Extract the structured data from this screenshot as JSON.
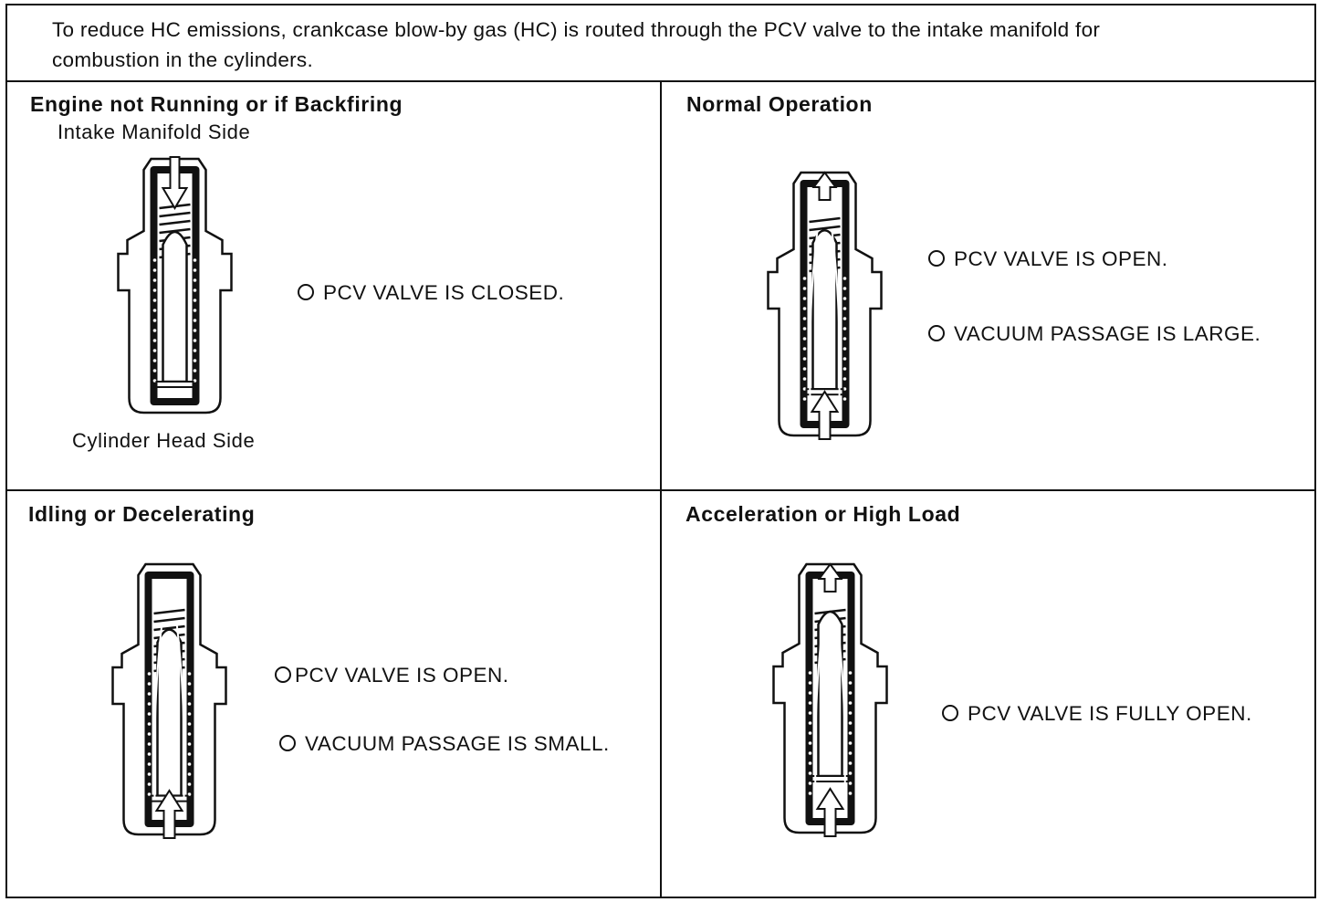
{
  "intro": {
    "line1": "To reduce HC emissions, crankcase blow-by gas (HC) is routed through the PCV valve to the intake manifold for",
    "line2": "combustion in the cylinders."
  },
  "panels": [
    {
      "title": "Engine not Running or if Backfiring",
      "top_label": "Intake Manifold Side",
      "bottom_label": "Cylinder Head Side",
      "notes": [
        "PCV VALVE IS CLOSED."
      ],
      "valve_state": "closed",
      "valve_opening": 0,
      "flow_direction": "down"
    },
    {
      "title": "Normal Operation",
      "notes": [
        "PCV VALVE IS OPEN.",
        "VACUUM PASSAGE IS LARGE."
      ],
      "valve_state": "open",
      "valve_opening": 0.6,
      "flow_direction": "up"
    },
    {
      "title": "Idling or Decelerating",
      "notes": [
        "PCV VALVE IS OPEN.",
        "VACUUM PASSAGE IS SMALL."
      ],
      "valve_state": "open-small",
      "valve_opening": 0.3,
      "flow_direction": "up"
    },
    {
      "title": "Acceleration or High Load",
      "notes": [
        "PCV VALVE IS FULLY OPEN."
      ],
      "valve_state": "fully-open",
      "valve_opening": 1,
      "flow_direction": "up"
    }
  ],
  "colors": {
    "line": "#111111",
    "background": "#ffffff"
  }
}
